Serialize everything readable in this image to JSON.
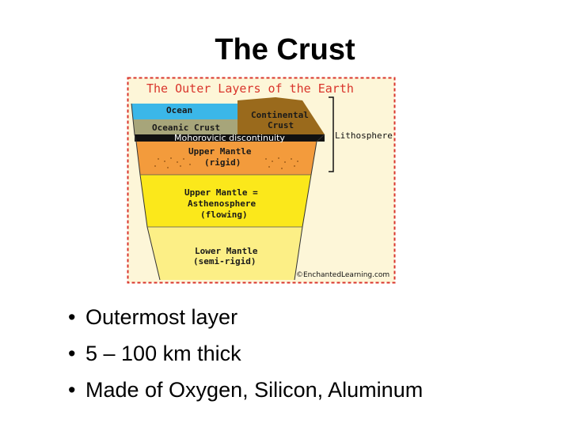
{
  "slide": {
    "title": "The Crust",
    "bullets": [
      "Outermost layer",
      "5 – 100 km thick",
      "Made of Oxygen, Silicon, Aluminum"
    ]
  },
  "diagram": {
    "title": "The Outer Layers of the Earth",
    "labels": {
      "ocean": "Ocean",
      "continental_crust_1": "Continental",
      "continental_crust_2": "Crust",
      "oceanic_crust": "Oceanic Crust",
      "moho": "Mohorovicic discontinuity",
      "lithosphere": "Lithosphere",
      "upper_mantle_1": "Upper Mantle",
      "upper_mantle_2": "(rigid)",
      "asthenosphere_1": "Upper Mantle =",
      "asthenosphere_2": "Asthenosphere",
      "asthenosphere_3": "(flowing)",
      "lower_mantle_1": "Lower Mantle",
      "lower_mantle_2": "(semi-rigid)",
      "credit": "©EnchantedLearning.com"
    },
    "colors": {
      "background": "#fdf6d8",
      "border": "#d9342b",
      "title_text": "#d9342b",
      "ocean": "#3bb7e8",
      "oceanic_crust": "#a7a57a",
      "continental_crust": "#9a6a1c",
      "moho": "#111111",
      "upper_mantle_rigid": "#f39b3c",
      "asthenosphere": "#fbe81b",
      "lower_mantle": "#fcef86"
    }
  }
}
